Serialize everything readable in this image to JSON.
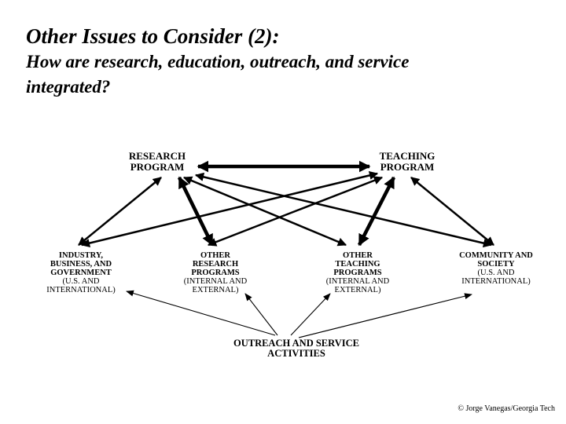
{
  "title": {
    "main": "Other Issues to Consider (2):",
    "subtitle_line1": "How are research, education, outreach, and service",
    "subtitle_line2": "integrated?"
  },
  "nodes": {
    "research": {
      "lines": [
        "RESEARCH",
        "PROGRAM"
      ]
    },
    "teaching": {
      "lines": [
        "TEACHING",
        "PROGRAM"
      ]
    },
    "industry": {
      "bold": [
        "INDUSTRY,",
        "BUSINESS, AND",
        "GOVERNMENT"
      ],
      "normal": [
        "(U.S. AND",
        "INTERNATIONAL)"
      ]
    },
    "other_research": {
      "bold": [
        "OTHER",
        "RESEARCH",
        "PROGRAMS"
      ],
      "normal": [
        "(INTERNAL AND",
        "EXTERNAL)"
      ]
    },
    "other_teaching": {
      "bold": [
        "OTHER",
        "TEACHING",
        "PROGRAMS"
      ],
      "normal": [
        "(INTERNAL AND",
        "EXTERNAL)"
      ]
    },
    "community": {
      "bold": [
        "COMMUNITY AND",
        "SOCIETY"
      ],
      "normal": [
        "(U.S. AND",
        "INTERNATIONAL)"
      ]
    },
    "outreach": {
      "lines": [
        "OUTREACH AND SERVICE",
        "ACTIVITIES"
      ]
    }
  },
  "connections": [
    {
      "from": "research",
      "to": "teaching",
      "style": "thick"
    },
    {
      "from": "research",
      "to": "industry",
      "style": "bold"
    },
    {
      "from": "research",
      "to": "other_research",
      "style": "thick"
    },
    {
      "from": "research",
      "to": "other_teaching",
      "style": "bold"
    },
    {
      "from": "research",
      "to": "community",
      "style": "bold"
    },
    {
      "from": "teaching",
      "to": "industry",
      "style": "bold"
    },
    {
      "from": "teaching",
      "to": "other_research",
      "style": "bold"
    },
    {
      "from": "teaching",
      "to": "other_teaching",
      "style": "thick"
    },
    {
      "from": "teaching",
      "to": "community",
      "style": "bold"
    },
    {
      "from": "outreach",
      "to": "industry",
      "style": "thin"
    },
    {
      "from": "outreach",
      "to": "other_research",
      "style": "thin"
    },
    {
      "from": "outreach",
      "to": "other_teaching",
      "style": "thin"
    },
    {
      "from": "outreach",
      "to": "community",
      "style": "thin"
    }
  ],
  "credit": "© Jorge Vanegas/Georgia Tech"
}
